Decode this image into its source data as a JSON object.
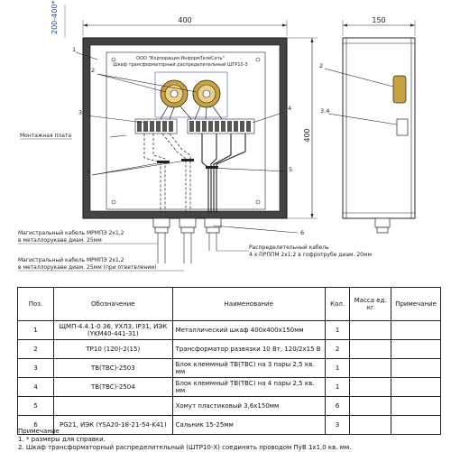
{
  "drawing": {
    "dims": {
      "width_front": "400",
      "height_front": "400",
      "width_side": "150",
      "top_offset": "200-400*"
    },
    "plate_text": {
      "line1": "ООО \"Корпорация ИнформТелеСеть\"",
      "line2": "Шкаф трансформаторный распределительный ШТР10-3"
    },
    "labels": {
      "mounting_plate": "Монтажная плата",
      "cable_main_1": "Магистральный кабель МРМПЭ 2х1,2",
      "cable_main_1b": "в металлорукаве диам. 25мм",
      "cable_main_2": "Магистральный кабель МРМПЭ 2х1,2",
      "cable_main_2b": "в металлорукаве диам. 25мм (при ответвлении)",
      "cable_dist": "Распределительный кабель",
      "cable_dist_b": "4 х ПРППМ 2х1,2 в гофротрубе диам. 20мм"
    },
    "callouts": [
      "1",
      "2",
      "3",
      "4",
      "5",
      "6",
      "2",
      "3.4",
      "5"
    ]
  },
  "table": {
    "headers": [
      "Поз.",
      "Обозначение",
      "Наименование",
      "Кол.",
      "Масса ед. кг",
      "Примечание"
    ],
    "rows": [
      [
        "1",
        "ЩМП-4.4.1-0 36, УХЛ3, IP31, ИЭК (YKM40-441-31)",
        "Металлический шкаф 400х400х150мм",
        "1",
        "",
        ""
      ],
      [
        "2",
        "ТР10 (120)-2(15)",
        "Трансформатор развязки 10 Вт, 120/2х15 В",
        "2",
        "",
        ""
      ],
      [
        "3",
        "TB(TBC)-2503",
        "Блок клеммный TB(TBC) на 3 пары 2,5 кв. мм",
        "1",
        "",
        ""
      ],
      [
        "4",
        "TB(TBC)-2504",
        "Блок клеммный TB(TBC) на 4 пары 2,5 кв. мм",
        "1",
        "",
        ""
      ],
      [
        "5",
        "",
        "Хомут пластиковый 3,6х150мм",
        "6",
        "",
        ""
      ],
      [
        "6",
        "PG21, ИЭК (YSA20-18-21-54-K41)",
        "Сальник 15-25мм",
        "3",
        "",
        ""
      ]
    ]
  },
  "notes": {
    "title": "Примечание",
    "items": [
      "1. * размеры для справки.",
      "2. Шкаф трансформаторный распределительный (ШТР10-Х) соединять проводом ПуВ 1х1,0 кв. мм."
    ]
  }
}
